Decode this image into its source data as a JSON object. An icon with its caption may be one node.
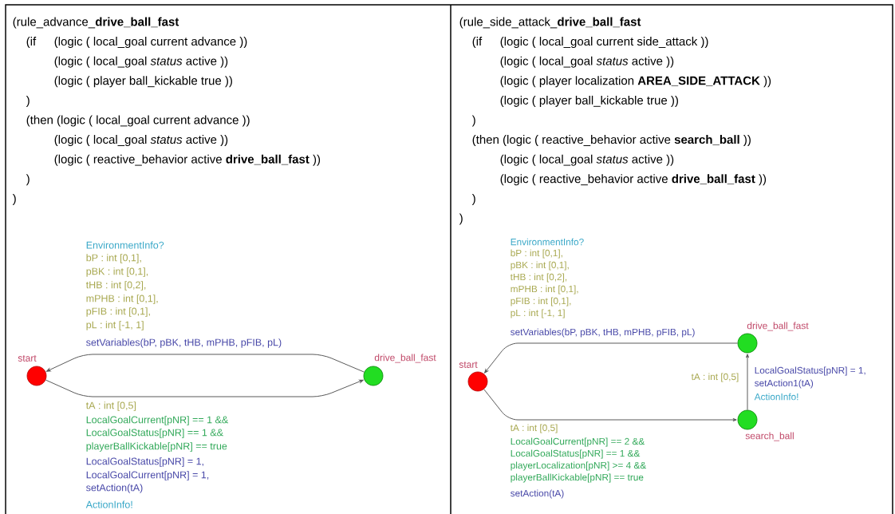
{
  "diagram": {
    "nodes": [
      {
        "text": [],
        "shape": "circle",
        "beside": [
          "start"
        ]
      },
      {
        "text": [],
        "shape": "circle",
        "beside": [
          "drive_ball_fast"
        ]
      },
      {
        "text": [],
        "shape": "circle",
        "beside": [
          "start"
        ]
      },
      {
        "text": [],
        "shape": "circle",
        "beside": [
          "drive_ball_fast"
        ]
      },
      {
        "text": [],
        "shape": "circle",
        "beside": [
          "search_ball"
        ]
      }
    ],
    "edges": [
      {
        "from": 1,
        "to": 0,
        "arrow": "to"
      },
      {
        "from": 0,
        "to": 1,
        "arrow": "to"
      },
      {
        "from": 3,
        "to": 2,
        "arrow": "to"
      },
      {
        "from": 2,
        "to": 4,
        "arrow": "to"
      },
      {
        "from": 4,
        "to": 3,
        "arrow": "to"
      }
    ],
    "labels": [
      "(rule_advance_**drive_ball_fast**",
      "(if",
      "(logic ( local_goal current advance ))",
      "(logic ( local_goal *status* active ))",
      "(logic ( player ball_kickable true ))",
      ")",
      "(then (logic ( local_goal current advance ))",
      "(logic ( local_goal *status* active ))",
      "(logic ( reactive_behavior active **drive_ball_fast** ))",
      ")",
      ")",
      "(rule_side_attack_**drive_ball_fast**",
      "(if",
      "(logic ( local_goal current side_attack ))",
      "(logic ( local_goal *status* active ))",
      "(logic ( player localization **AREA_SIDE_ATTACK** ))",
      "(logic ( player ball_kickable true ))",
      ")",
      "(then (logic ( reactive_behavior active **search_ball** ))",
      "(logic ( local_goal *status* active ))",
      "(logic ( reactive_behavior active **drive_ball_fast** ))",
      ")",
      ")",
      "EnvironmentInfo?",
      "bP : int [0,1],",
      "pBK : int [0,1],",
      "tHB : int [0,2],",
      "mPHB : int [0,1],",
      "pFIB : int [0,1],",
      "pL : int [-1, 1]",
      "setVariables(bP, pBK, tHB, mPHB, pFIB, pL)",
      "tA : int [0,5]",
      "LocalGoalCurrent[pNR] == 1 &&",
      "LocalGoalStatus[pNR] == 1 &&",
      "playerBallKickable[pNR] == true",
      "LocalGoalStatus[pNR] = 1,",
      "LocalGoalCurrent[pNR] = 1,",
      "setAction(tA)",
      "ActionInfo!",
      "EnvironmentInfo?",
      "bP : int [0,1],",
      "pBK : int [0,1],",
      "tHB : int [0,2],",
      "mPHB : int [0,1],",
      "pFIB : int [0,1],",
      "pL : int [-1, 1]",
      "setVariables(bP, pBK, tHB, mPHB, pFIB, pL)",
      "tA : int [0,5]",
      "LocalGoalStatus[pNR] = 1,",
      "setAction1(tA)",
      "ActionInfo!",
      "tA : int [0,5]",
      "LocalGoalCurrent[pNR] == 2 &&",
      "LocalGoalStatus[pNR] == 1 &&",
      "playerLocalization[pNR] >= 4 &&",
      "playerBallKickable[pNR] == true",
      "setAction(tA)"
    ]
  }
}
